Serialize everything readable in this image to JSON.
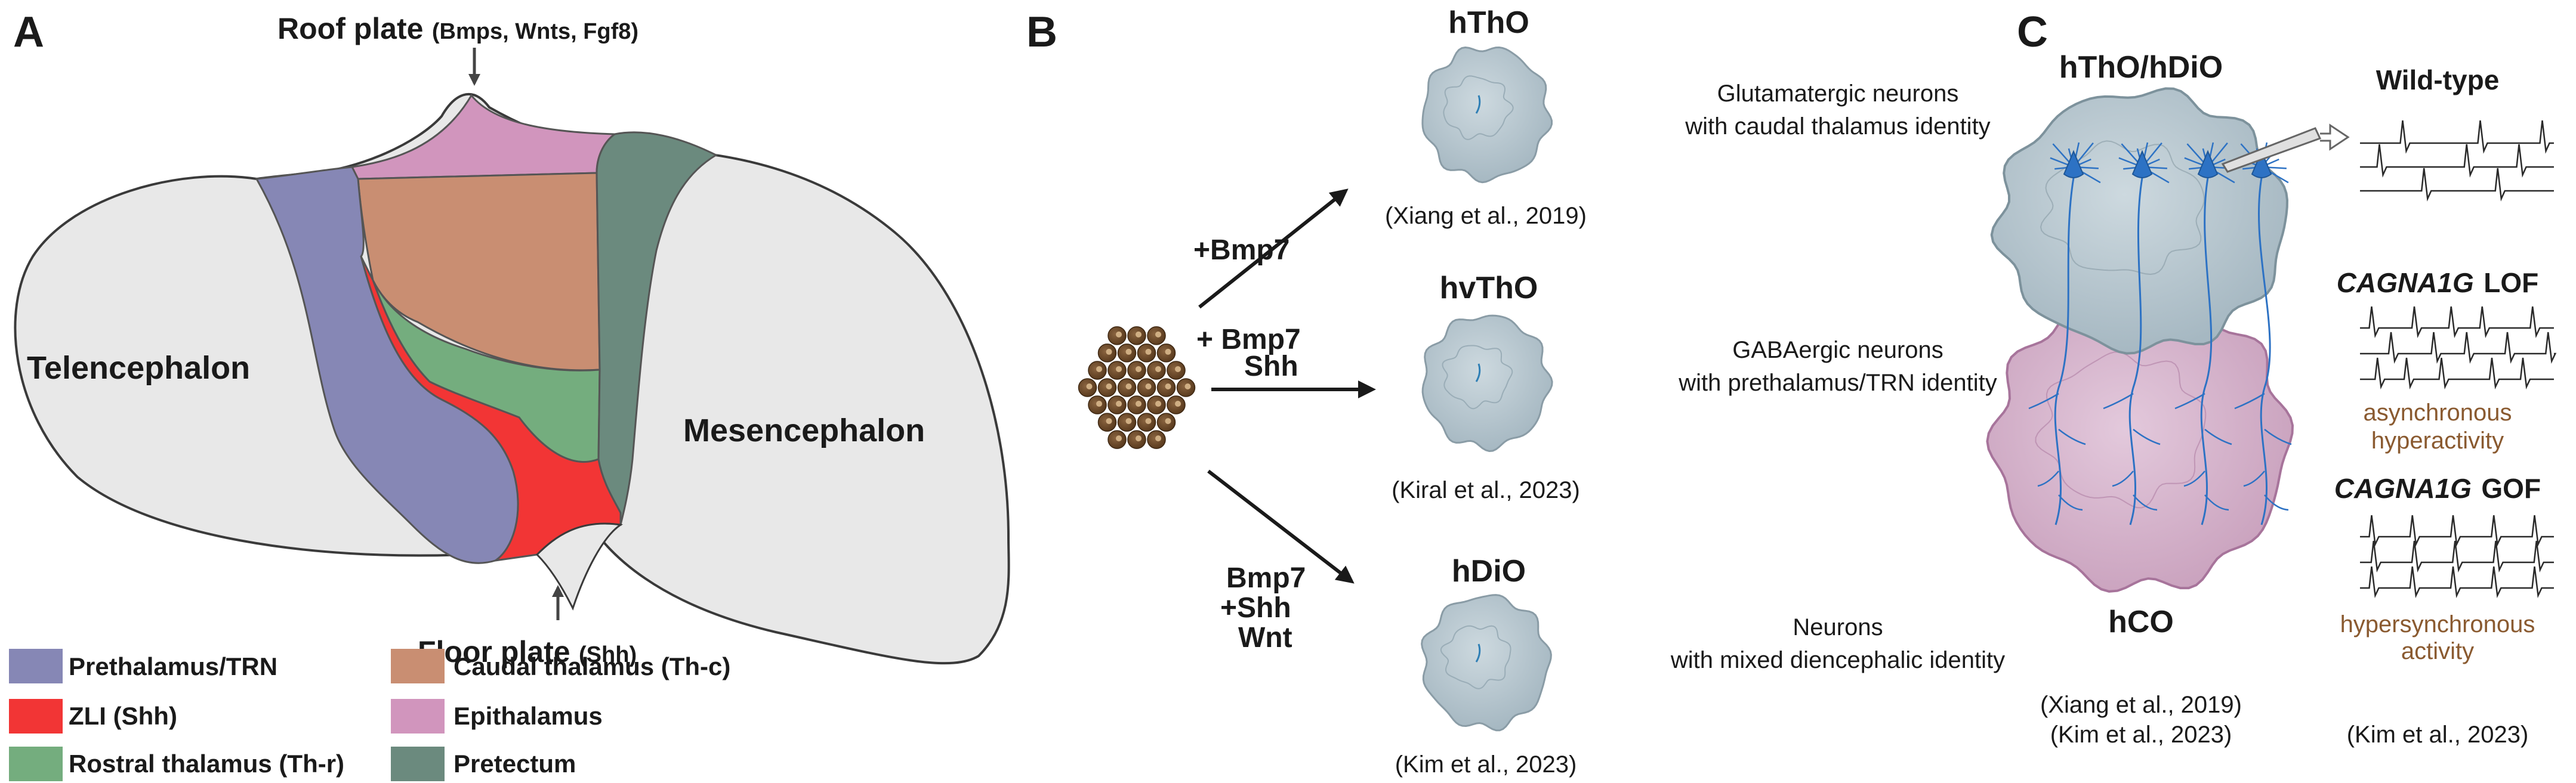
{
  "panel_a": {
    "letter": "A",
    "roof_plate": {
      "name": "Roof plate",
      "markers": "(Bmps, Wnts, Fgf8)"
    },
    "floor_plate": {
      "name": "Floor plate",
      "markers": "(Shh)"
    },
    "telencephalon": "Telencephalon",
    "mesencephalon": "Mesencephalon",
    "legend": [
      {
        "label": "Prethalamus/TRN",
        "color": "#8687b5"
      },
      {
        "label": "ZLI (Shh)",
        "color": "#f23535"
      },
      {
        "label": "Rostral thalamus (Th-r)",
        "color": "#74ad7e"
      },
      {
        "label": "Caudal thalamus (Th-c)",
        "color": "#c98e72"
      },
      {
        "label": "Epithalamus",
        "color": "#d195bd"
      },
      {
        "label": "Pretectum",
        "color": "#6b8a7e"
      }
    ]
  },
  "panel_b": {
    "letter": "B",
    "conditions": [
      {
        "lines": [
          "+Bmp7"
        ]
      },
      {
        "lines": [
          "+ Bmp7",
          "Shh"
        ]
      },
      {
        "lines": [
          "Bmp7",
          "+Shh",
          "Wnt"
        ]
      }
    ],
    "organoids": [
      {
        "name": "hThO",
        "desc1": "Glutamatergic neurons",
        "desc2": "with caudal thalamus identity",
        "cite": "(Xiang et al., 2019)"
      },
      {
        "name": "hvThO",
        "desc1": "GABAergic neurons",
        "desc2": "with prethalamus/TRN identity",
        "cite": "(Kiral et al., 2023)"
      },
      {
        "name": "hDiO",
        "desc1": "Neurons",
        "desc2": "with mixed diencephalic identity",
        "cite": "(Kim et al., 2023)"
      }
    ]
  },
  "panel_c": {
    "letter": "C",
    "top_label": "hThO/hDiO",
    "bottom_label": "hCO",
    "assembloid_cites": [
      "(Xiang et al., 2019)",
      "(Kim et al., 2023)"
    ],
    "traces": [
      {
        "title": "Wild-type",
        "gene": "",
        "note": []
      },
      {
        "title": "LOF",
        "gene": "CAGNA1G",
        "note": [
          "asynchronous",
          "hyperactivity"
        ]
      },
      {
        "title": "GOF",
        "gene": "CAGNA1G",
        "note": [
          "hypersynchronous",
          "activity"
        ]
      }
    ],
    "trace_cite": "(Kim et al., 2023)"
  }
}
